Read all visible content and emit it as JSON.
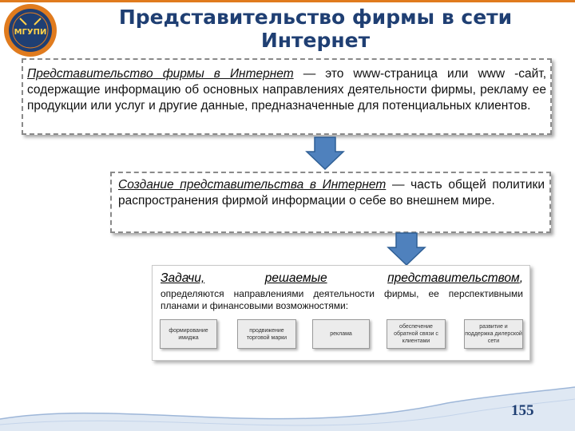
{
  "slide": {
    "title": "Представительство фирмы в сети Интернет",
    "logo_text": "МГУПИ",
    "page_number": "155"
  },
  "box1": {
    "term": "Представительство фирмы в Интернет",
    "text": " — это www-страница или www -сайт, содержащие информацию об основных направлениях деятельности фирмы, рекламу ее продукции или услуг и другие данные, предназначенные для потенциальных клиентов."
  },
  "box2": {
    "term": "Создание представительства в Интернет",
    "text": " — часть общей политики распространения фирмой информации о себе во внешнем мире."
  },
  "box3": {
    "heading_1": "Задачи,",
    "heading_2": "решаемые",
    "heading_3": "представительством",
    "heading_comma": ",",
    "text": "определяются направлениями деятельности фирмы, ее перспективными планами и финансовыми возможностями:"
  },
  "tasks": [
    "формирование имиджа",
    "продвижение торговой марки",
    "реклама",
    "обеспечение обратной связи с клиентами",
    "развитие и поддержка дилерской сети"
  ],
  "colors": {
    "title": "#1f3f73",
    "arrow": "#4f81bd",
    "logo_ring": "#e07b1e",
    "logo_fill": "#1f3f73"
  }
}
